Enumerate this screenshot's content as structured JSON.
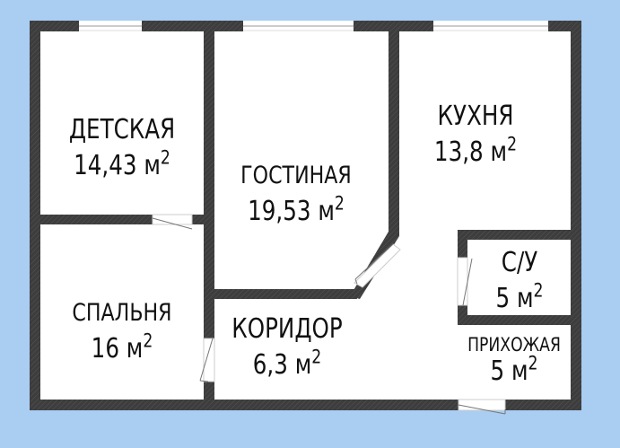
{
  "plan": {
    "background_color": "#aacdf2",
    "wall_color": "#3d3d3d",
    "floor_color": "#ffffff",
    "area_unit": "м",
    "area_unit_power": "2",
    "rooms": [
      {
        "id": "detskaya",
        "name": "ДЕТСКАЯ",
        "area": "14,43"
      },
      {
        "id": "gostinaya",
        "name": "ГОСТИНАЯ",
        "area": "19,53"
      },
      {
        "id": "kukhnya",
        "name": "КУХНЯ",
        "area": "13,8"
      },
      {
        "id": "spalnya",
        "name": "СПАЛЬНЯ",
        "area": "16"
      },
      {
        "id": "koridor",
        "name": "КОРИДОР",
        "area": "6,3"
      },
      {
        "id": "su",
        "name": "С/У",
        "area": "5"
      },
      {
        "id": "prikhozhaya",
        "name": "ПРИХОЖАЯ",
        "area": "5"
      }
    ]
  }
}
